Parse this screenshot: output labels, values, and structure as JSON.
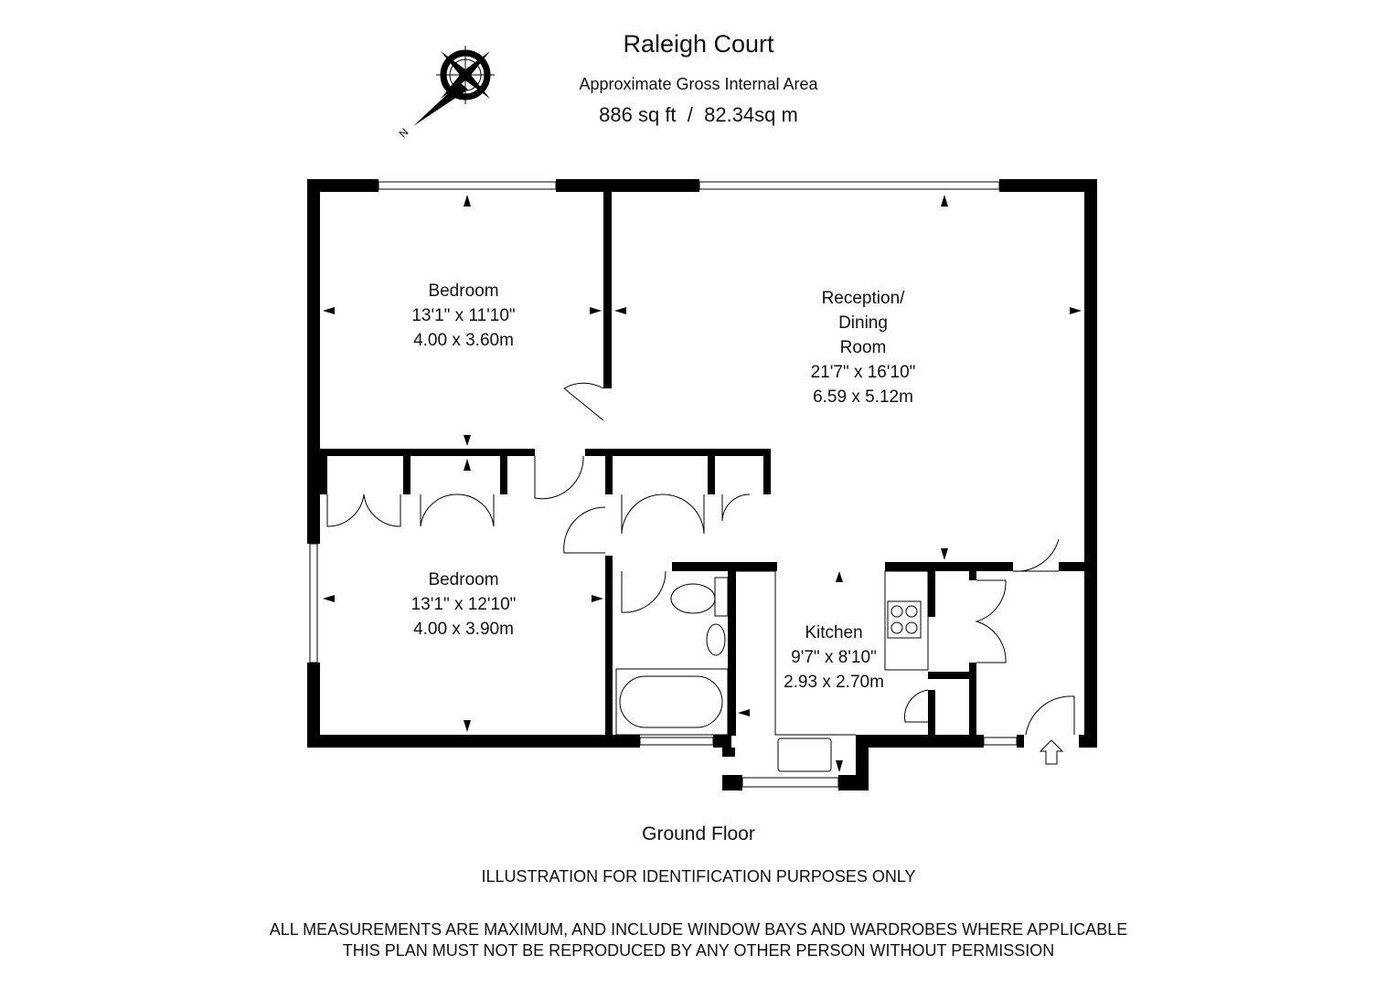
{
  "header": {
    "title": "Raleigh Court",
    "subtitle": "Approximate Gross Internal Area",
    "area": "886 sq ft  /  82.34sq m"
  },
  "compass": {
    "icon": "compass-rose-icon",
    "label": "N"
  },
  "rooms": [
    {
      "name": "Bedroom",
      "imperial": "13'1\" x 11'10\"",
      "metric": "4.00 x 3.60m"
    },
    {
      "name": "Reception/",
      "name2": "Dining",
      "name3": "Room",
      "imperial": "21'7\" x 16'10\"",
      "metric": "6.59 x 5.12m"
    },
    {
      "name": "Bedroom",
      "imperial": "13'1\" x 12'10\"",
      "metric": "4.00 x 3.90m"
    },
    {
      "name": "Kitchen",
      "imperial": "9'7\" x 8'10\"",
      "metric": "2.93 x 2.70m"
    }
  ],
  "floor_label": "Ground Floor",
  "footer": {
    "line1": "ILLUSTRATION FOR IDENTIFICATION PURPOSES ONLY",
    "line2": "ALL MEASUREMENTS ARE MAXIMUM, AND INCLUDE WINDOW BAYS AND WARDROBES WHERE APPLICABLE",
    "line3": "THIS PLAN MUST NOT BE REPRODUCED BY ANY OTHER PERSON WITHOUT PERMISSION"
  }
}
